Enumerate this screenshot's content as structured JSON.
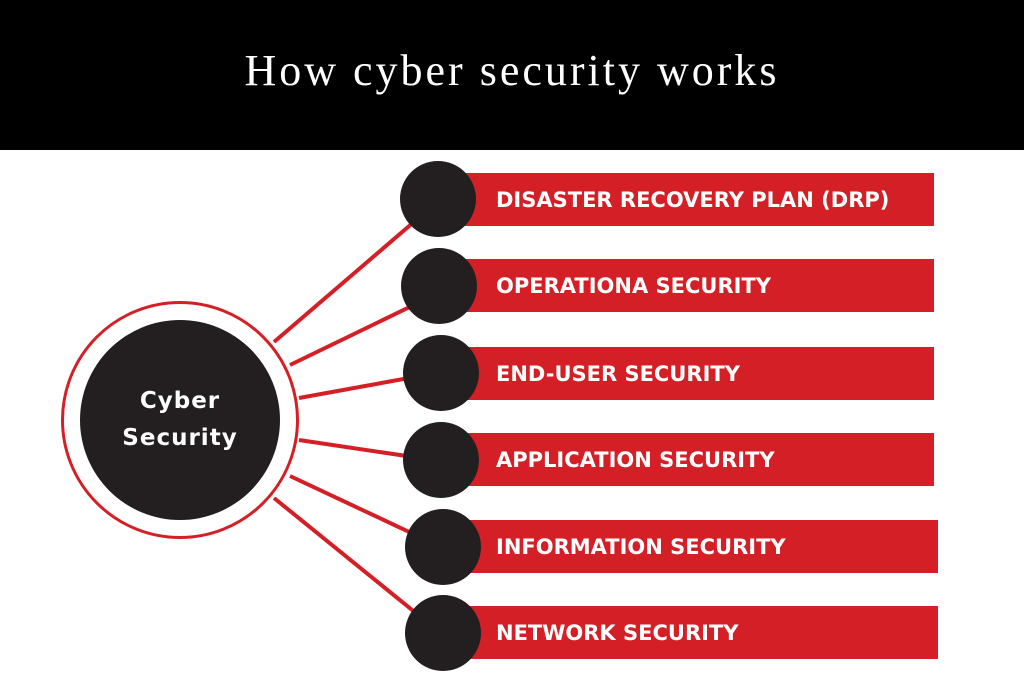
{
  "header": {
    "title": "How cyber security works"
  },
  "hub": {
    "line1": "Cyber",
    "line2": "Security"
  },
  "items": [
    {
      "label": "DISASTER RECOVERY PLAN (DRP)"
    },
    {
      "label": "OPERATIONA SECURITY"
    },
    {
      "label": "END-USER SECURITY"
    },
    {
      "label": "APPLICATION SECURITY"
    },
    {
      "label": "INFORMATION SECURITY"
    },
    {
      "label": "NETWORK SECURITY"
    }
  ],
  "colors": {
    "accent": "#d51f26",
    "dark": "#231f20",
    "header_bg": "#000000"
  }
}
